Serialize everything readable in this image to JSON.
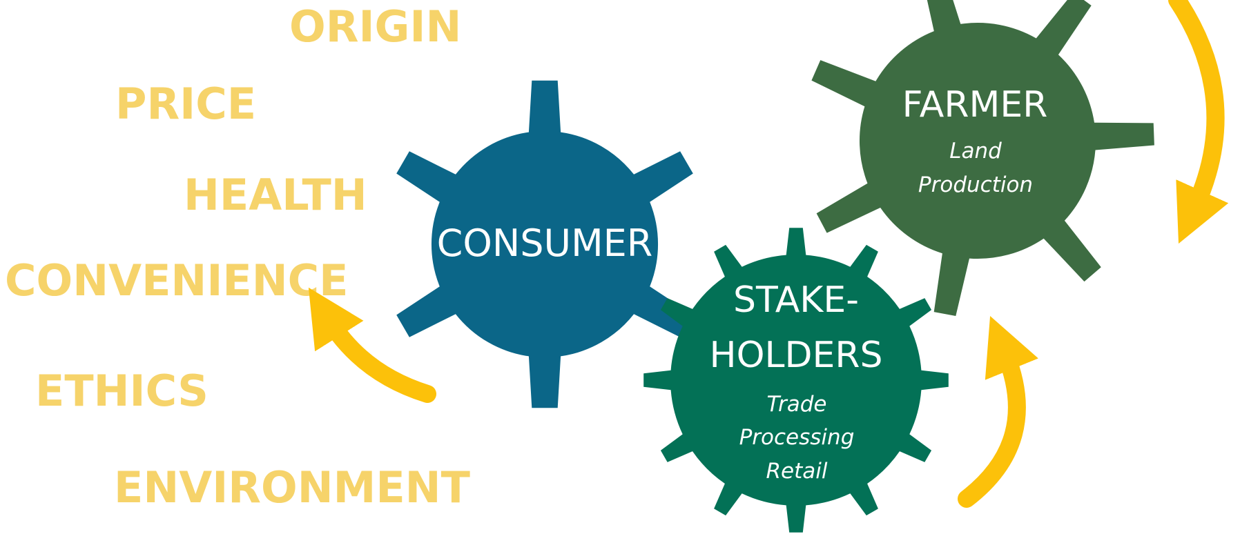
{
  "colors": {
    "factor_text": "#f6d36a",
    "arrow": "#fcc10a",
    "consumer_gear": "#0b6688",
    "farmer_gear": "#3d6c42",
    "stakeholders_gear": "#037156",
    "gear_text": "#ffffff"
  },
  "factors": [
    "ORIGIN",
    "PRICE",
    "HEALTH",
    "CONVENIENCE",
    "ETHICS",
    "ENVIRONMENT"
  ],
  "gears": {
    "consumer": {
      "title": "CONSUMER"
    },
    "farmer": {
      "title": "FARMER",
      "sub": [
        "Land",
        "Production"
      ]
    },
    "stakeholders": {
      "title_lines": [
        "STAKE-",
        "HOLDERS"
      ],
      "sub": [
        "Trade",
        "Processing",
        "Retail"
      ]
    }
  },
  "icons": [
    "consumer-gear-icon",
    "farmer-gear-icon",
    "stakeholders-gear-icon",
    "curved-arrow-icon"
  ]
}
